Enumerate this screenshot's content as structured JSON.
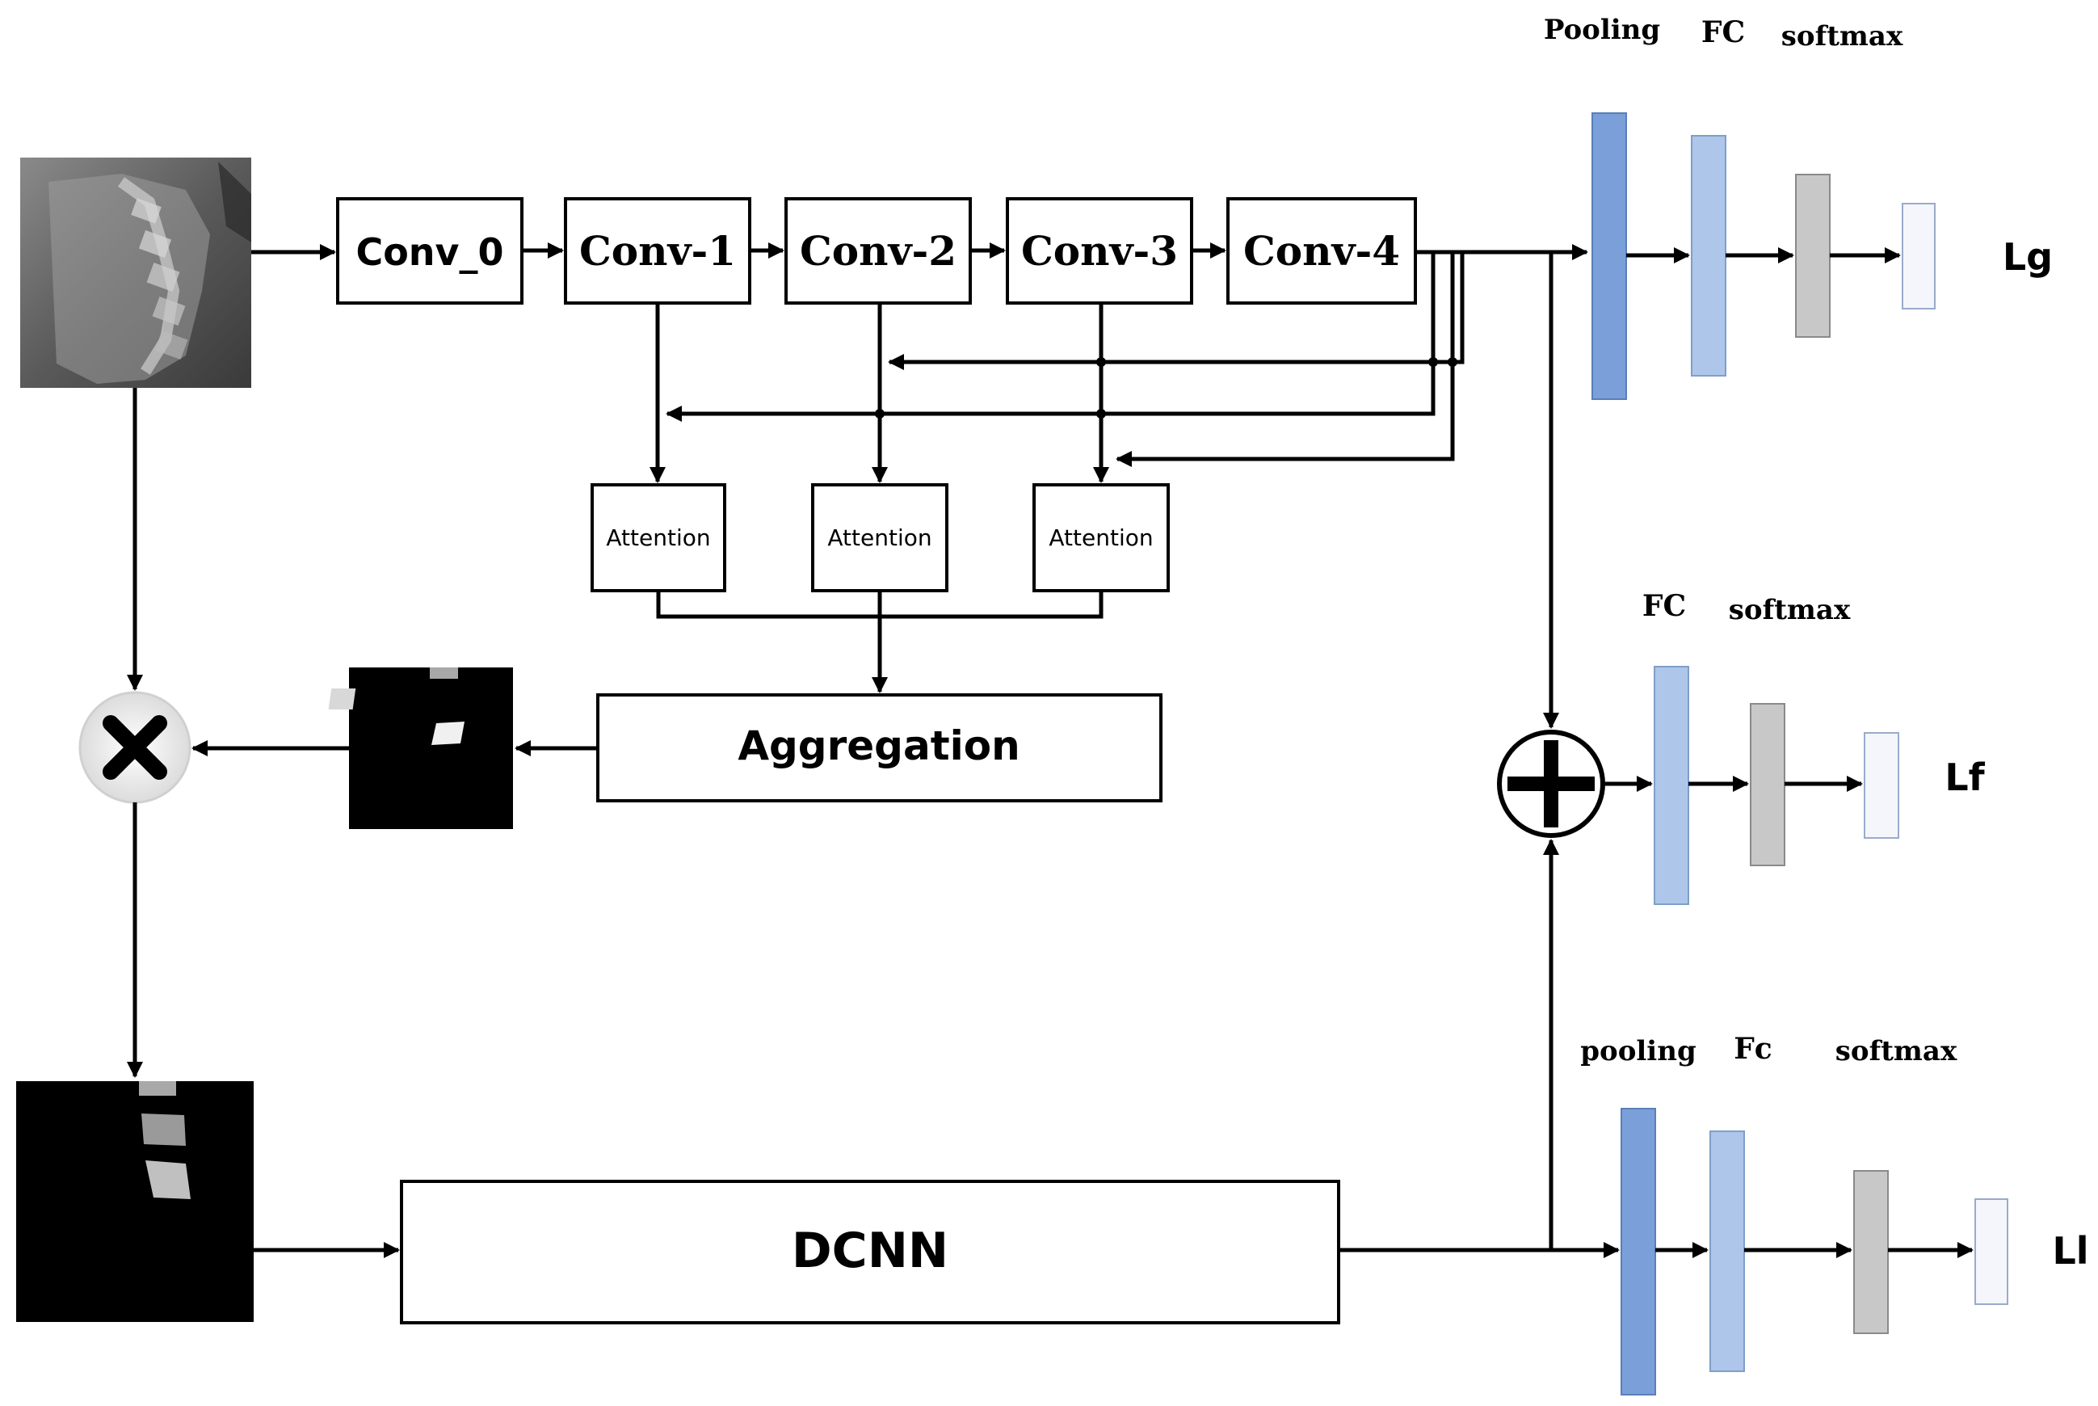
{
  "blocks": {
    "conv0": "Conv_0",
    "conv1": "Conv-1",
    "conv2": "Conv-2",
    "conv3": "Conv-3",
    "conv4": "Conv-4",
    "attention1": "Attention",
    "attention2": "Attention",
    "attention3": "Attention",
    "aggregation": "Aggregation",
    "dcnn": "DCNN"
  },
  "heads": {
    "global": {
      "labels": [
        "Pooling",
        "FC",
        "softmax"
      ],
      "loss": "Lg"
    },
    "fusion": {
      "labels": [
        "FC",
        "softmax"
      ],
      "loss": "Lf"
    },
    "local": {
      "labels": [
        "pooling",
        "Fc",
        "softmax"
      ],
      "loss": "Ll"
    }
  },
  "operators": {
    "multiply": "multiply-operator",
    "add": "add-operator"
  },
  "colors": {
    "pooling": "#7b9fd8",
    "fc": "#aec6ea",
    "softmax": "#c8c8c8",
    "output": "#f4f6fb"
  }
}
